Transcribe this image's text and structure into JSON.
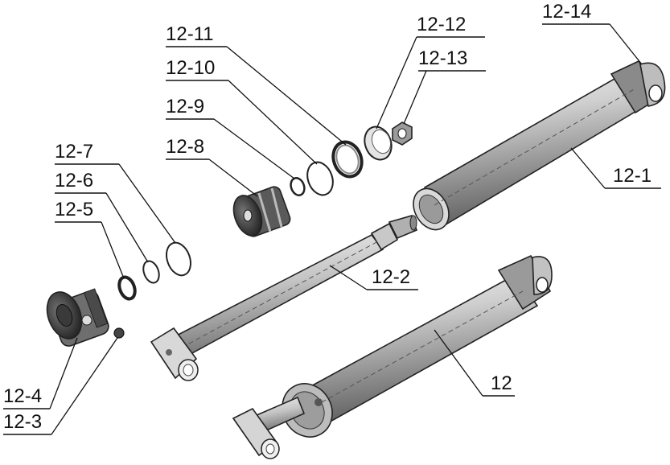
{
  "diagram": {
    "callouts": [
      {
        "id": "12-14",
        "text": "12-14"
      },
      {
        "id": "12-12",
        "text": "12-12"
      },
      {
        "id": "12-13",
        "text": "12-13"
      },
      {
        "id": "12-11",
        "text": "12-11"
      },
      {
        "id": "12-10",
        "text": "12-10"
      },
      {
        "id": "12-9",
        "text": "12-9"
      },
      {
        "id": "12-8",
        "text": "12-8"
      },
      {
        "id": "12-7",
        "text": "12-7"
      },
      {
        "id": "12-6",
        "text": "12-6"
      },
      {
        "id": "12-5",
        "text": "12-5"
      },
      {
        "id": "12-1",
        "text": "12-1"
      },
      {
        "id": "12-2",
        "text": "12-2"
      },
      {
        "id": "12",
        "text": "12"
      },
      {
        "id": "12-4",
        "text": "12-4"
      },
      {
        "id": "12-3",
        "text": "12-3"
      }
    ]
  }
}
